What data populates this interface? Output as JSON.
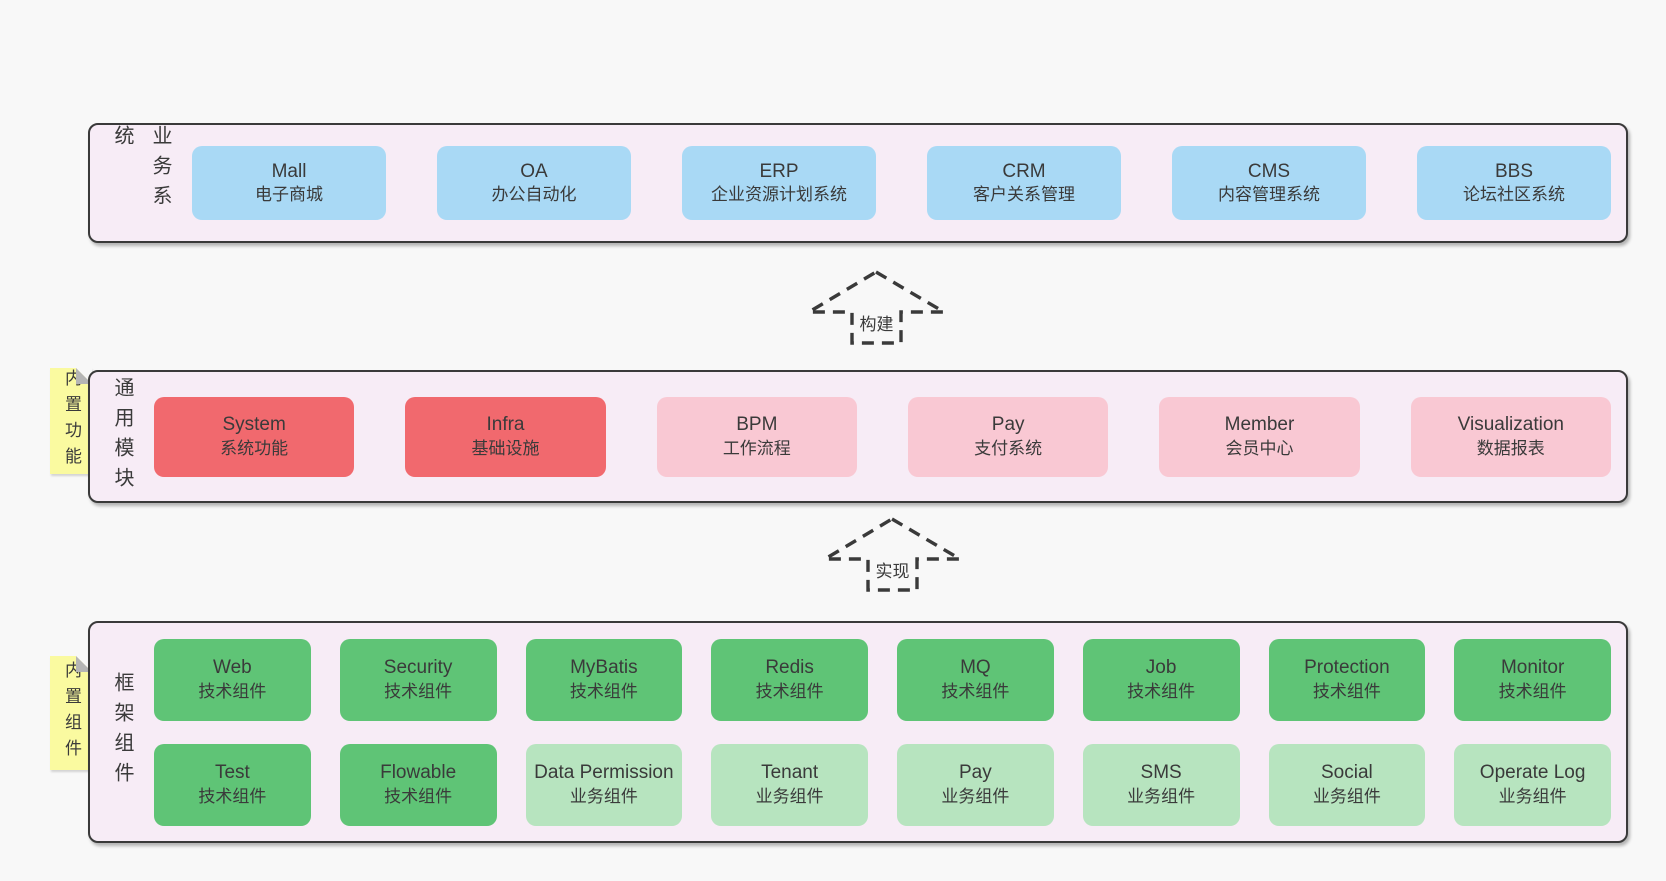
{
  "colors": {
    "page_bg": "#f8f8f8",
    "panel_bg": "#f7ecf6",
    "ink": "#3a3a3a",
    "node_blue": "#a9d9f5",
    "node_red": "#f1696e",
    "node_pink": "#f9c8d3",
    "node_green": "#5fc476",
    "node_green_light": "#b7e4bf",
    "sticky_yellow": "#fafaa0",
    "sticky_fold": "#b5b5b5"
  },
  "arrows": [
    {
      "label": "构建"
    },
    {
      "label": "实现"
    }
  ],
  "layer_business": {
    "label": "业务系统",
    "nodes": [
      {
        "name": "Mall",
        "desc": "电子商城"
      },
      {
        "name": "OA",
        "desc": "办公自动化"
      },
      {
        "name": "ERP",
        "desc": "企业资源计划系统"
      },
      {
        "name": "CRM",
        "desc": "客户关系管理"
      },
      {
        "name": "CMS",
        "desc": "内容管理系统"
      },
      {
        "name": "BBS",
        "desc": "论坛社区系统"
      }
    ]
  },
  "layer_modules": {
    "label": "通用模块",
    "sticky": "内置功能",
    "nodes": [
      {
        "name": "System",
        "desc": "系统功能"
      },
      {
        "name": "Infra",
        "desc": "基础设施"
      },
      {
        "name": "BPM",
        "desc": "工作流程"
      },
      {
        "name": "Pay",
        "desc": "支付系统"
      },
      {
        "name": "Member",
        "desc": "会员中心"
      },
      {
        "name": "Visualization",
        "desc": "数据报表"
      }
    ]
  },
  "layer_components": {
    "label": "框架组件",
    "sticky": "内置组件",
    "row1": [
      {
        "name": "Web",
        "desc": "技术组件"
      },
      {
        "name": "Security",
        "desc": "技术组件"
      },
      {
        "name": "MyBatis",
        "desc": "技术组件"
      },
      {
        "name": "Redis",
        "desc": "技术组件"
      },
      {
        "name": "MQ",
        "desc": "技术组件"
      },
      {
        "name": "Job",
        "desc": "技术组件"
      },
      {
        "name": "Protection",
        "desc": "技术组件"
      },
      {
        "name": "Monitor",
        "desc": "技术组件"
      }
    ],
    "row2": [
      {
        "name": "Test",
        "desc": "技术组件"
      },
      {
        "name": "Flowable",
        "desc": "技术组件"
      },
      {
        "name": "Data Permission",
        "desc": "业务组件"
      },
      {
        "name": "Tenant",
        "desc": "业务组件"
      },
      {
        "name": "Pay",
        "desc": "业务组件"
      },
      {
        "name": "SMS",
        "desc": "业务组件"
      },
      {
        "name": "Social",
        "desc": "业务组件"
      },
      {
        "name": "Operate Log",
        "desc": "业务组件"
      }
    ]
  }
}
